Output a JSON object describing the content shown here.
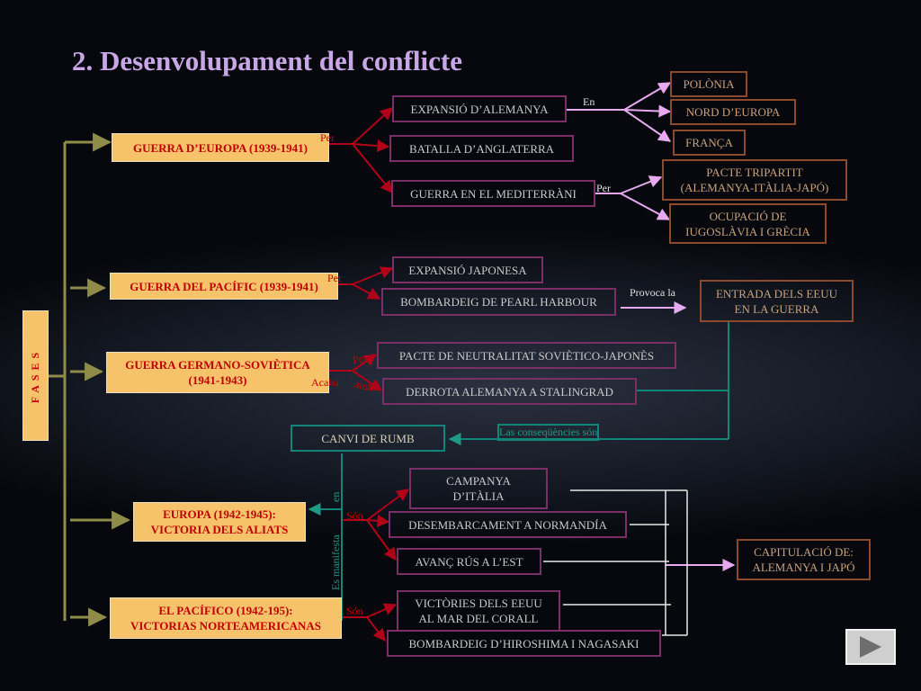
{
  "title": "2. Desenvolupament del conflicte",
  "fases": "FASES",
  "phases": {
    "europa": "GUERRA D’EUROPA (1939-1941)",
    "pacific": "GUERRA DEL PACÍFIC (1939-1941)",
    "sovietica_l1": "GUERRA GERMANO-SOVIÈTICA",
    "sovietica_l2": "(1941-1943)",
    "europa2_l1": "EUROPA (1942-1945):",
    "europa2_l2": "VICTORIA DELS ALIATS",
    "pacifico_l1": "EL PACÍFICO (1942-195):",
    "pacifico_l2": "VICTORIAS NORTEAMERICANAS"
  },
  "events": {
    "expansio_alemanya": "EXPANSIÓ D’ALEMANYA",
    "batalla_anglaterra": "BATALLA D’ANGLATERRA",
    "guerra_mediterrani": "GUERRA EN EL MEDITERRÀNI",
    "polonia": "POLÒNIA",
    "nord_europa": "NORD D’EUROPA",
    "franca": "FRANÇA",
    "pacte_tripartit_l1": "PACTE  TRIPARTIT",
    "pacte_tripartit_l2": "(ALEMANYA-ITÀLIA-JAPÓ)",
    "ocupacio_l1": "OCUPACIÓ DE",
    "ocupacio_l2": "IUGOSLÀVIA I GRÈCIA",
    "expansio_japonesa": "EXPANSIÓ JAPONESA",
    "pearl_harbour": "BOMBARDEIG DE PEARL HARBOUR",
    "entrada_eeuu_l1": "ENTRADA DELS EEUU",
    "entrada_eeuu_l2": "EN LA GUERRA",
    "pacte_neutralitat": "PACTE DE NEUTRALITAT SOVIÈTICO-JAPONÈS",
    "stalingrad": "DERROTA ALEMANYA A STALINGRAD",
    "canvi_rumb": "CANVI DE RUMB",
    "campanya_italia_l1": "CAMPANYA",
    "campanya_italia_l2": "D’ITÀLIA",
    "normandia": "DESEMBARCAMENT A NORMANDÍA",
    "avanc_rus": "AVANÇ RÚS A L’EST",
    "capitulacio_l1": "CAPITULACIÓ DE:",
    "capitulacio_l2": "ALEMANYA I JAPÓ",
    "mar_corall_l1": "VICTÒRIES DELS EEUU",
    "mar_corall_l2": "AL MAR DEL CORALL",
    "hiroshima": "BOMBARDEIG D’HIROSHIMA I NAGASAKI"
  },
  "labels": {
    "per": "Per",
    "en": "En",
    "per_med": "Per",
    "per_pac": "Per",
    "provoca": "Provoca la",
    "per_sov": "Per",
    "acaba": "Acaba",
    "amb": "amb",
    "consequencies": "Las conseqüències són",
    "en_vert": "en",
    "es_manifesta": "Es manifesta",
    "son1": "Són",
    "son2": "Són"
  },
  "colors": {
    "phase_fill": "#f7c36a",
    "phase_text": "#c00000",
    "event_border": "#7a2f66",
    "result_border": "#8a4a2b",
    "teal": "#12857a",
    "red_arrow": "#b0001a",
    "violet_arrow": "#e7a9f0",
    "olive_arrow": "#8f8c4a"
  },
  "nav": {
    "icon": "play-next-icon"
  }
}
